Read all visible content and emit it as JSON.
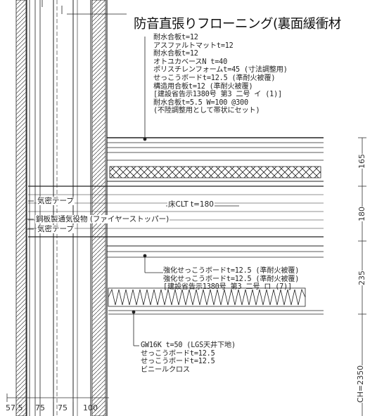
{
  "title": "防音直張りフローニング(裏面緩衝材",
  "top_notes": [
    "耐水合板t=12",
    "アスファルトマットt=12",
    "耐水合板t=12",
    "オトユカベースN t=40",
    "ポリスチレンフォームt=45 (寸法調整用)",
    "せっこうボードt=12.5 (準耐火被覆)",
    "構造用合板t=12 (準耐火被覆)",
    "[建設省告示1380号 第3 二号 イ (1)]",
    "耐水合板t=5.5 W=100 @300",
    "(不陸調整用として帯状にセット)"
  ],
  "left_labels": {
    "airtight_tape_top": "気密テープ",
    "steel_vent": "鋼板製通気役物 (ファイヤーストッパー)",
    "airtight_tape_bottom": "気密テープ"
  },
  "clt_label": "床CLT t=180",
  "ceiling_notes": [
    "強化せっこうボードt=12.5 (準耐火被覆)",
    "強化せっこうボードt=12.5 (準耐火被覆)",
    "[建設省告示1380号 第3 二号 ロ (7)]"
  ],
  "bottom_notes": [
    "GW16K t=50 (LGS天井下地)",
    "せっこうボードt=12.5",
    "せっこうボードt=12.5",
    "ビニールクロス"
  ],
  "vertical_dims": [
    "165",
    "180",
    "235",
    "CH=2350"
  ],
  "horizontal_dims": [
    "57.5",
    "75",
    "75",
    "100"
  ]
}
